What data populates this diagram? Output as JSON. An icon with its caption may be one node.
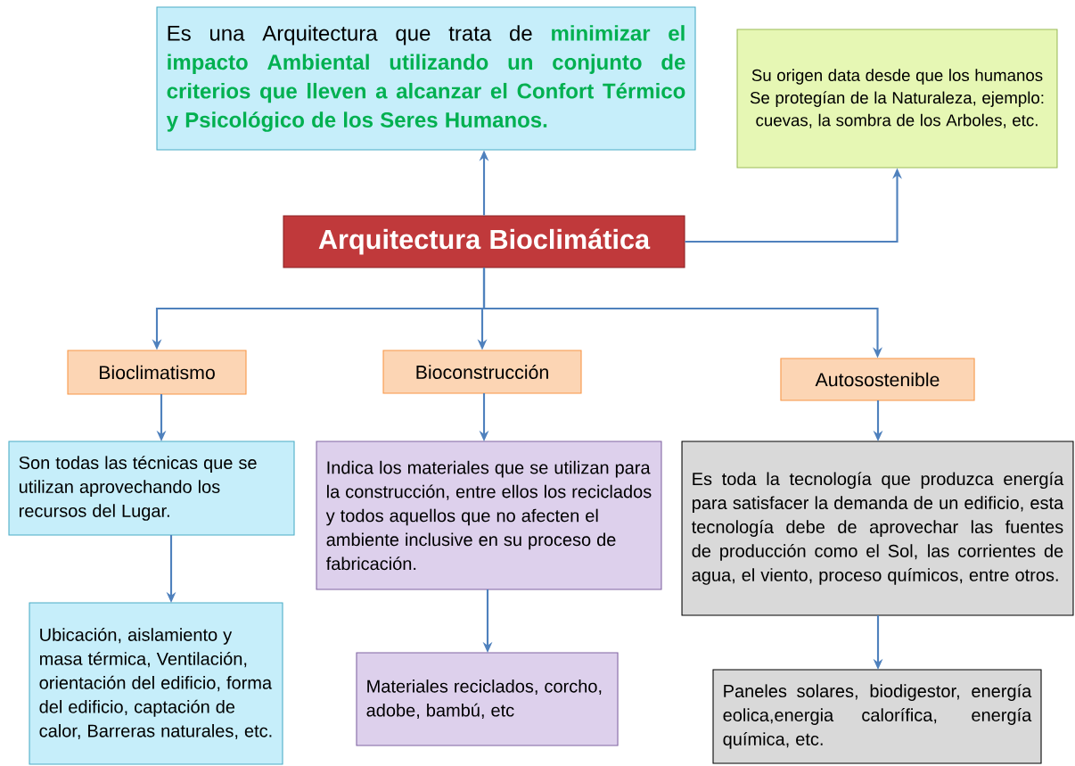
{
  "diagram": {
    "nodes": [
      {
        "text": [
          "Arquitectura Bioclimática"
        ]
      },
      {
        "text": [
          "Es una Arquitectura que trata de **minimizar el impacto Ambiental utilizando un conjunto de criterios que lleven a alcanzar el Confort Térmico y Psicológico de los Seres Humanos.**"
        ]
      },
      {
        "text": [
          "Su origen data desde que los humanos Se protegían de la Naturaleza,  ejemplo: cuevas, la sombra de los Arboles, etc."
        ]
      },
      {
        "text": [
          "Bioclimatismo"
        ]
      },
      {
        "text": [
          "Bioconstrucción"
        ]
      },
      {
        "text": [
          "Autosostenible"
        ]
      },
      {
        "text": [
          "Son todas las técnicas que se utilizan aprovechando los recursos del Lugar."
        ]
      },
      {
        "text": [
          "Indica los materiales que se utilizan para la construcción, entre ellos los reciclados y todos aquellos que no afecten el ambiente inclusive en su proceso de fabricación."
        ]
      },
      {
        "text": [
          "Es toda la tecnología que produzca energía para satisfacer la demanda de un edificio, esta tecnología debe de aprovechar las fuentes de producción como el Sol, las corrientes de agua, el viento, proceso químicos, entre otros."
        ]
      },
      {
        "text": [
          "Ubicación, aislamiento y masa térmica, Ventilación, orientación del edificio, forma del edificio, captación de calor, Barreras naturales, etc."
        ]
      },
      {
        "text": [
          "Materiales reciclados, corcho, adobe, bambú, etc"
        ]
      },
      {
        "text": [
          "Paneles solares, biodigestor, energía eolica,energia calorífica, energía química, etc."
        ]
      }
    ],
    "edges": [
      {
        "from": 0,
        "to": 1,
        "arrow": "to"
      },
      {
        "from": 0,
        "to": 2,
        "arrow": "to"
      },
      {
        "from": 0,
        "to": 3,
        "arrow": "to"
      },
      {
        "from": 0,
        "to": 4,
        "arrow": "to"
      },
      {
        "from": 0,
        "to": 5,
        "arrow": "to"
      },
      {
        "from": 3,
        "to": 6,
        "arrow": "to"
      },
      {
        "from": 6,
        "to": 9,
        "arrow": "to"
      },
      {
        "from": 4,
        "to": 7,
        "arrow": "to"
      },
      {
        "from": 7,
        "to": 10,
        "arrow": "to"
      },
      {
        "from": 5,
        "to": 8,
        "arrow": "to"
      },
      {
        "from": 8,
        "to": 11,
        "arrow": "to"
      }
    ]
  }
}
